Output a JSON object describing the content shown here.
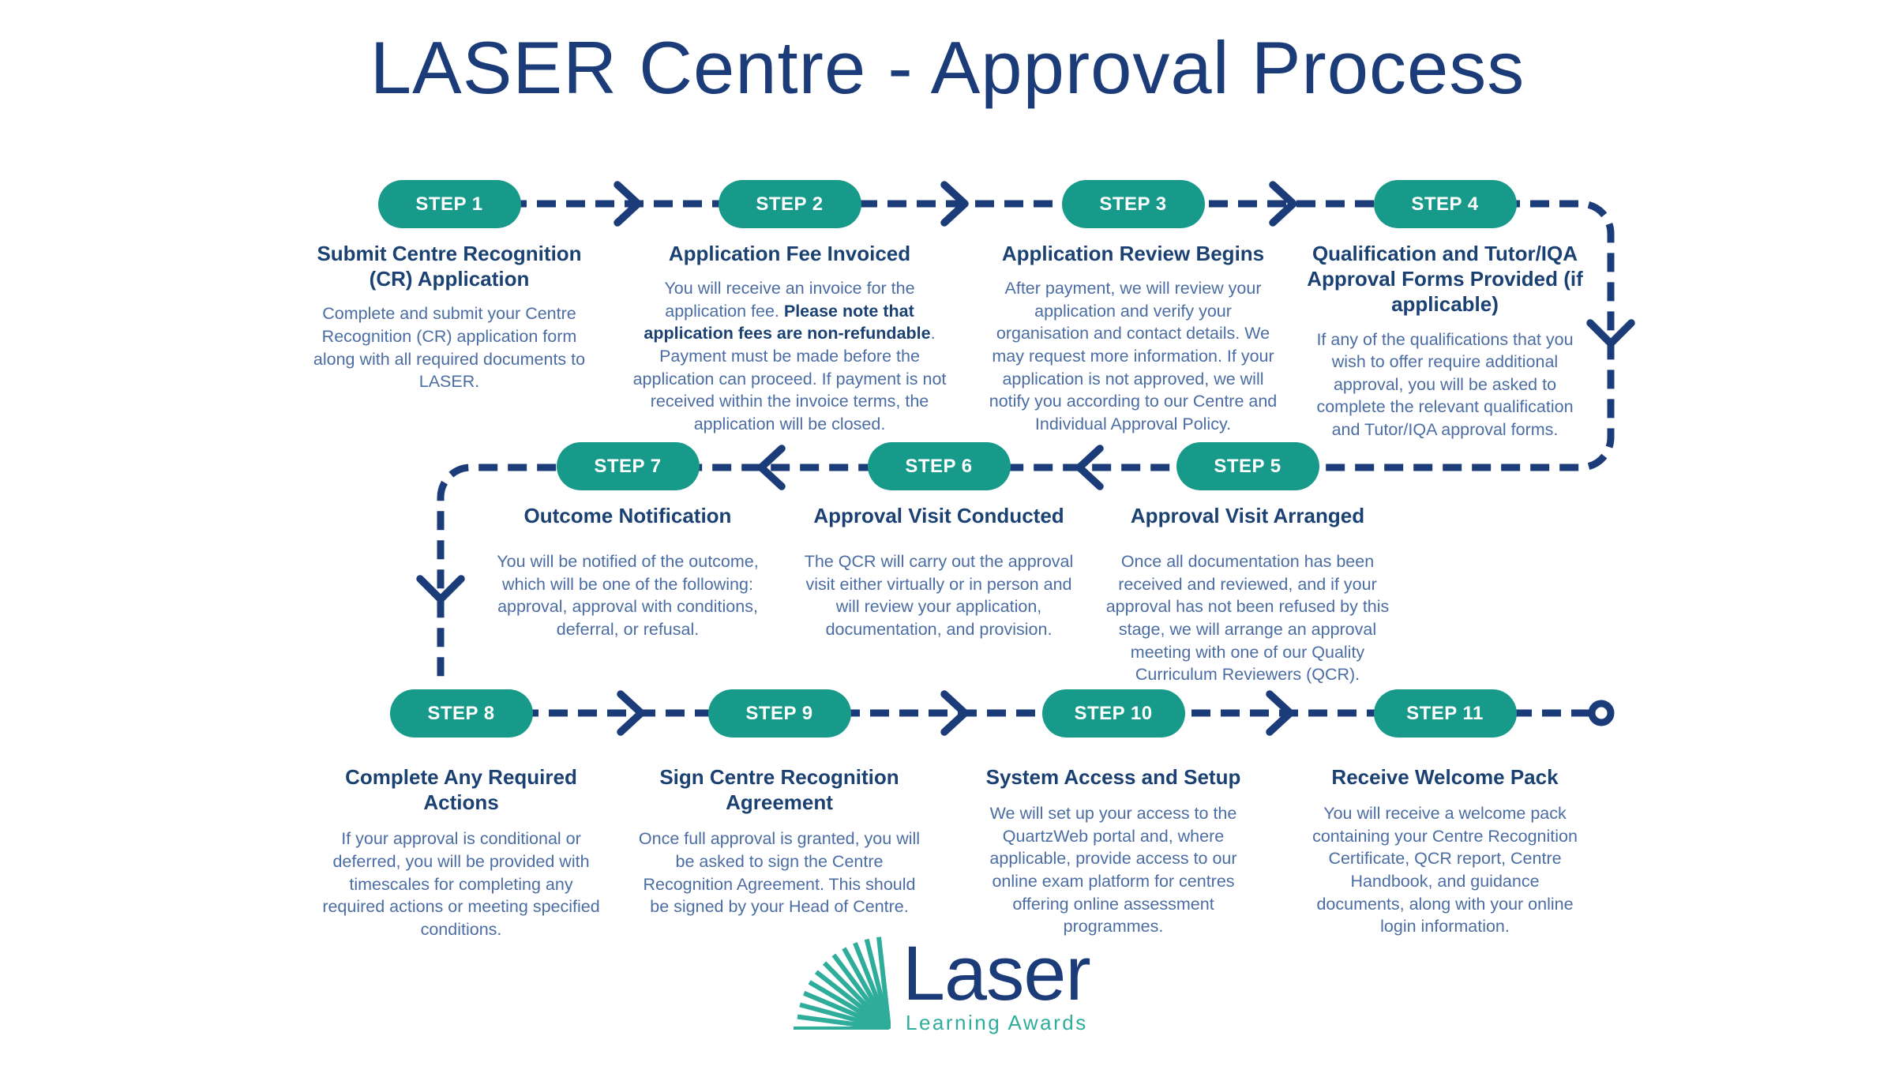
{
  "title": "LASER Centre - Approval Process",
  "steps": [
    {
      "badge": "STEP 1",
      "heading": "Submit Centre Recognition (CR) Application",
      "body": "Complete and submit your Centre Recognition (CR) application form along with all required documents to LASER."
    },
    {
      "badge": "STEP 2",
      "heading": "Application Fee Invoiced",
      "body_pre": "You will receive an invoice for the application fee. ",
      "body_bold": "Please note that application fees are non-refundable",
      "body_post": ". Payment must be made before the application can proceed. If payment is not received within the invoice terms, the application will be closed."
    },
    {
      "badge": "STEP 3",
      "heading": "Application Review Begins",
      "body": "After payment, we will review your application and verify your organisation and contact details. We may request more information. If your application is not approved, we will notify you according to our Centre and Individual Approval Policy."
    },
    {
      "badge": "STEP 4",
      "heading": "Qualification and Tutor/IQA Approval Forms Provided (if applicable)",
      "body": "If any of the qualifications that you wish to offer require additional approval, you will be asked to complete the relevant qualification and Tutor/IQA approval forms."
    },
    {
      "badge": "STEP 5",
      "heading": "Approval Visit Arranged",
      "body": "Once all documentation has been received and reviewed, and if your approval has not been refused by this stage, we will arrange an approval meeting with one of our Quality Curriculum Reviewers (QCR)."
    },
    {
      "badge": "STEP 6",
      "heading": "Approval Visit Conducted",
      "body": "The QCR will carry out the approval visit either virtually or in person and will review your application, documentation, and provision."
    },
    {
      "badge": "STEP 7",
      "heading": "Outcome Notification",
      "body": "You will be notified of the outcome, which will be one of the following: approval, approval with conditions, deferral, or refusal."
    },
    {
      "badge": "STEP 8",
      "heading": "Complete Any Required Actions",
      "body": "If your approval is conditional or deferred, you will be provided with timescales for completing any required actions or meeting specified conditions."
    },
    {
      "badge": "STEP 9",
      "heading": "Sign Centre Recognition Agreement",
      "body": "Once full approval is granted, you will be asked to sign the Centre Recognition Agreement. This should be signed by your Head of Centre."
    },
    {
      "badge": "STEP 10",
      "heading": "System Access and Setup",
      "body": "We will set up your access to the QuartzWeb portal and, where applicable, provide access to our online exam platform for centres offering online assessment programmes."
    },
    {
      "badge": "STEP 11",
      "heading": "Receive Welcome Pack",
      "body": "You will receive a welcome pack containing your Centre Recognition Certificate, QCR report, Centre Handbook, and guidance documents, along with your online login information."
    }
  ],
  "flow": {
    "arrows": [
      "arrow-right-icon",
      "arrow-right-icon",
      "arrow-right-icon",
      "arrow-down-icon",
      "arrow-left-icon",
      "arrow-left-icon",
      "arrow-down-icon",
      "arrow-right-icon",
      "arrow-right-icon",
      "arrow-right-icon"
    ],
    "end_marker": "flow-end-circle"
  },
  "logo": {
    "wordmark": "Laser",
    "tagline": "Learning Awards"
  },
  "colors": {
    "teal": "#179a8a",
    "navy": "#1b3c78",
    "heading": "#1b4173",
    "body": "#4b6da3",
    "logo_teal": "#2fad9b"
  }
}
